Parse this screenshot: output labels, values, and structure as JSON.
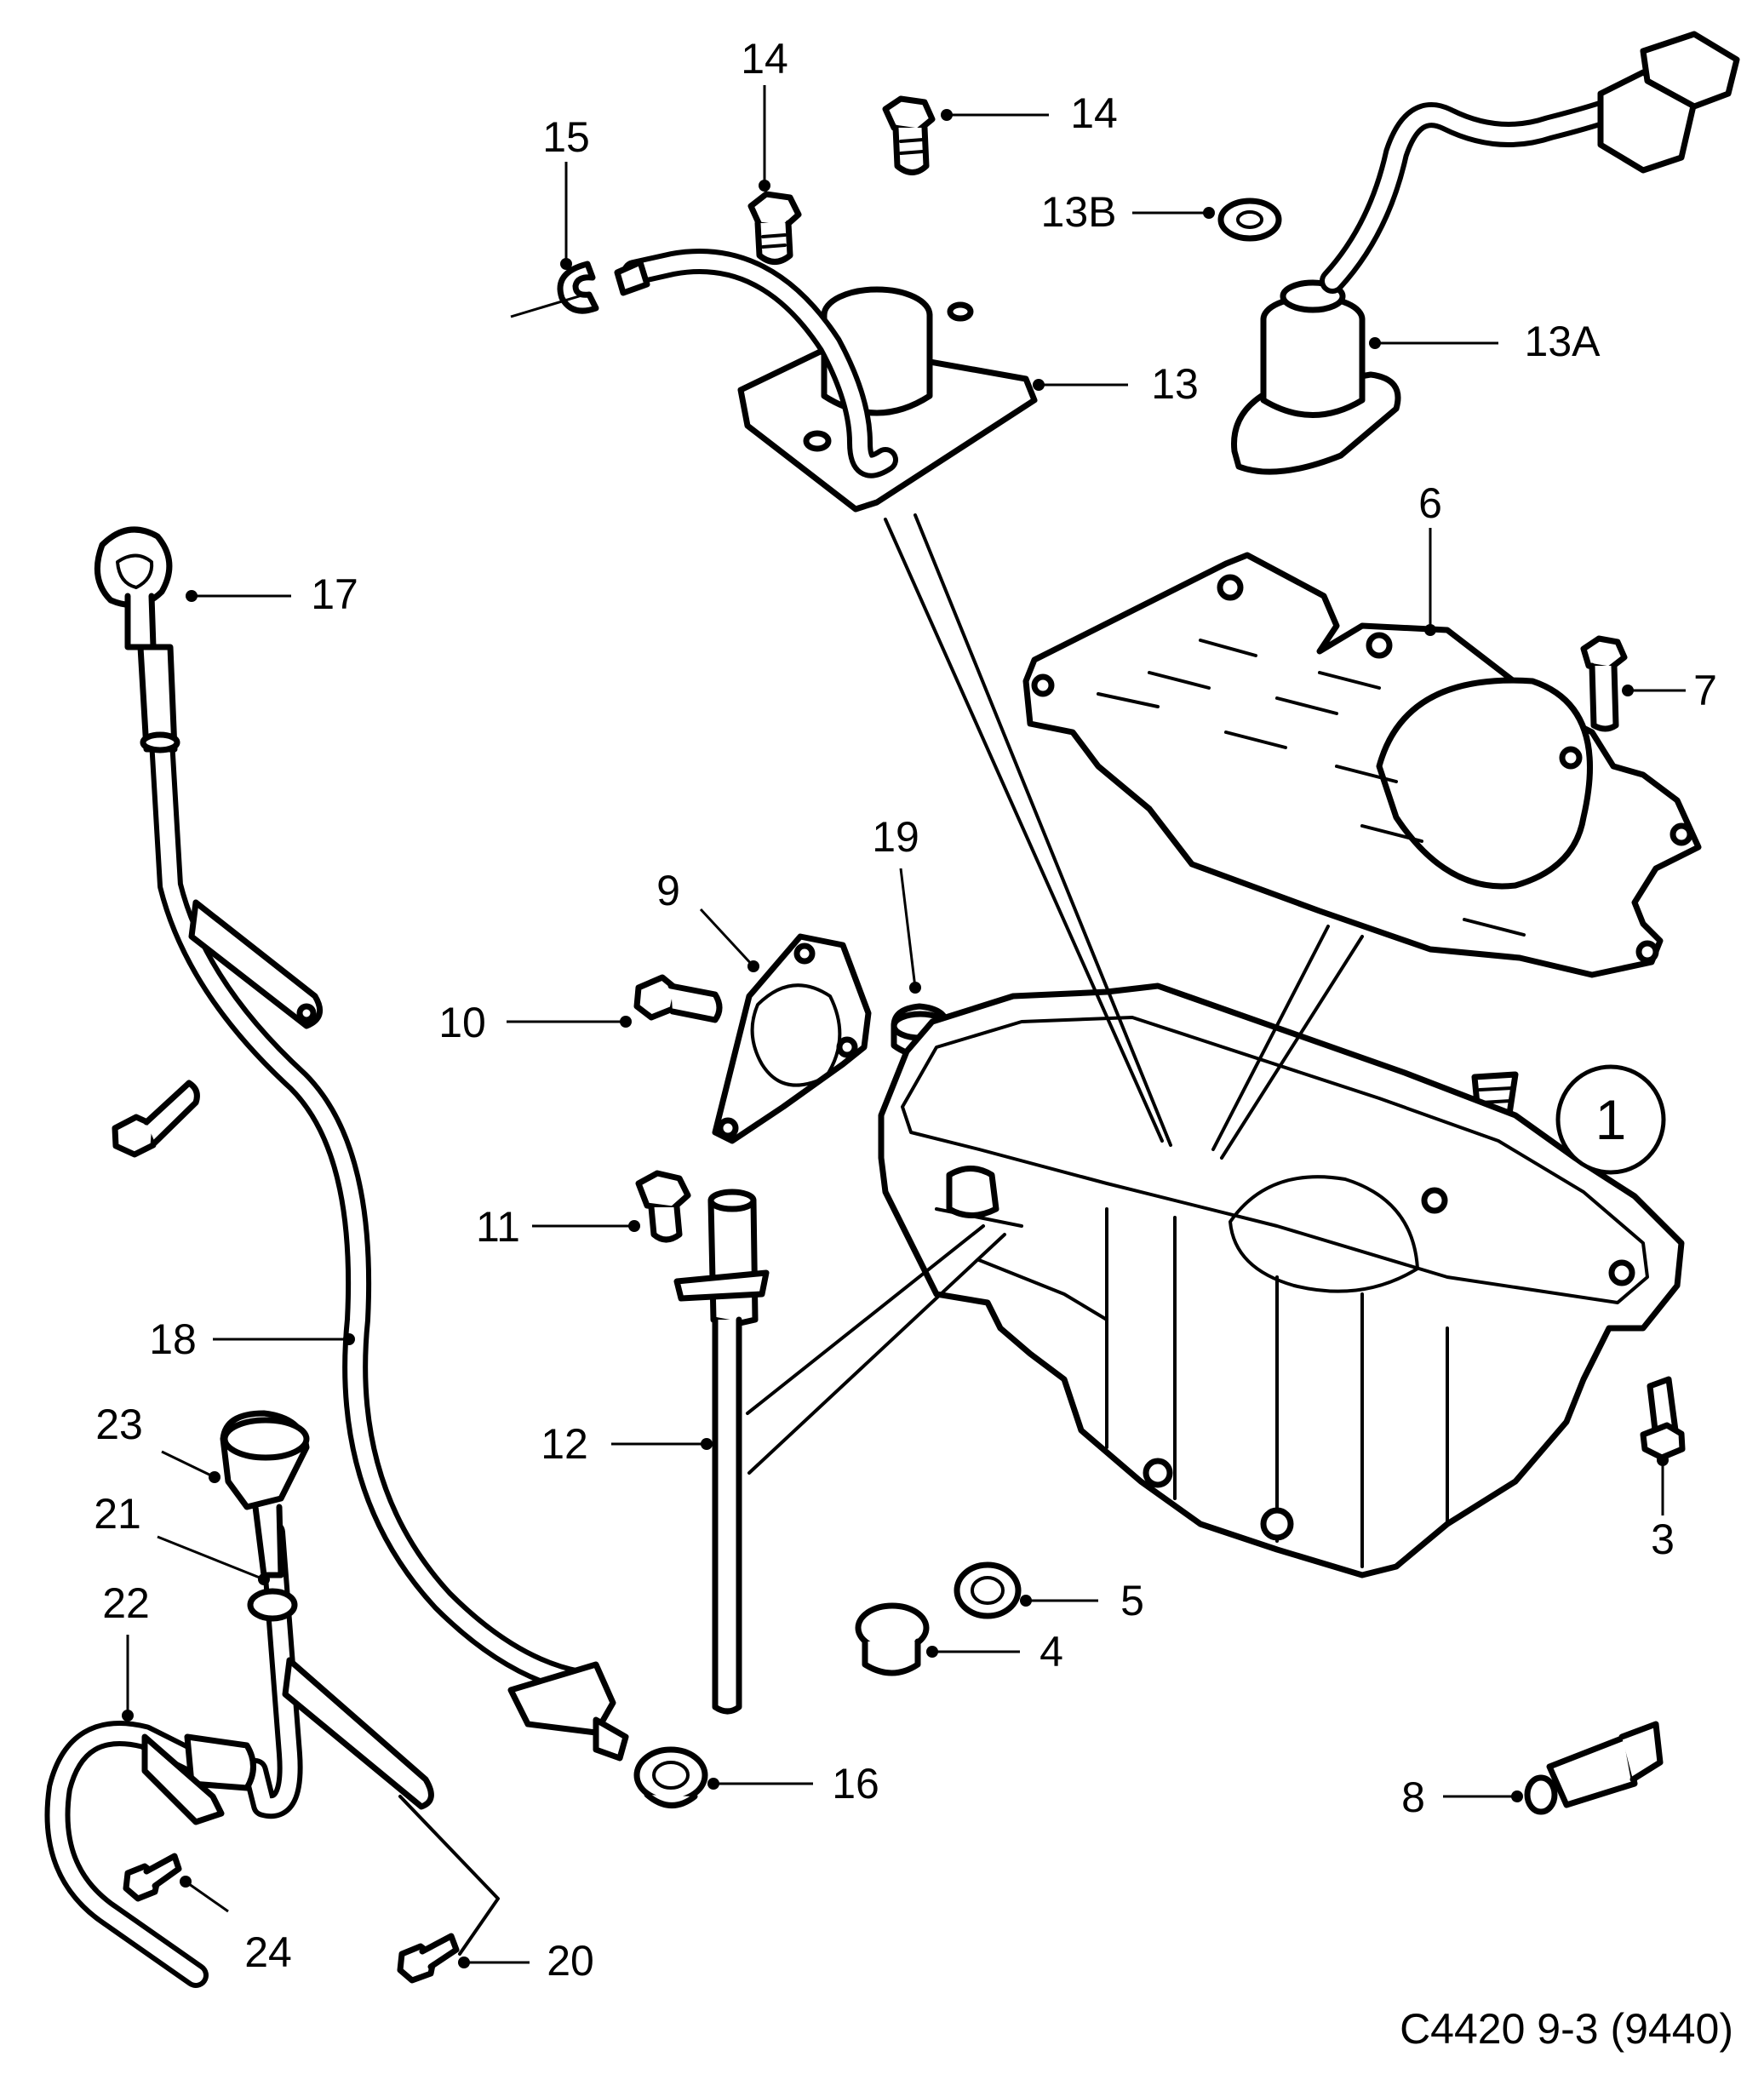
{
  "drawing_code": "C4420 9-3 (9440)",
  "group_marker": "1",
  "callouts": [
    {
      "id": "14a",
      "label": "14"
    },
    {
      "id": "14b",
      "label": "14"
    },
    {
      "id": "15",
      "label": "15"
    },
    {
      "id": "13B",
      "label": "13B"
    },
    {
      "id": "13",
      "label": "13"
    },
    {
      "id": "13A",
      "label": "13A"
    },
    {
      "id": "17",
      "label": "17"
    },
    {
      "id": "6",
      "label": "6"
    },
    {
      "id": "7",
      "label": "7"
    },
    {
      "id": "19",
      "label": "19"
    },
    {
      "id": "9",
      "label": "9"
    },
    {
      "id": "10",
      "label": "10"
    },
    {
      "id": "11",
      "label": "11"
    },
    {
      "id": "18",
      "label": "18"
    },
    {
      "id": "12",
      "label": "12"
    },
    {
      "id": "23",
      "label": "23"
    },
    {
      "id": "21",
      "label": "21"
    },
    {
      "id": "22",
      "label": "22"
    },
    {
      "id": "3",
      "label": "3"
    },
    {
      "id": "5",
      "label": "5"
    },
    {
      "id": "4",
      "label": "4"
    },
    {
      "id": "16",
      "label": "16"
    },
    {
      "id": "8",
      "label": "8"
    },
    {
      "id": "24",
      "label": "24"
    },
    {
      "id": "20",
      "label": "20"
    }
  ]
}
